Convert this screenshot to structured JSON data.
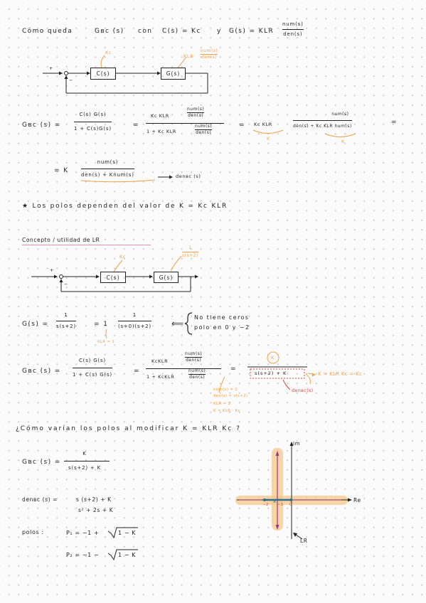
{
  "intro": {
    "como_queda": "Cómo queda",
    "gbc": "Gʙᴄ (s)",
    "con": "con",
    "cs_eq": "C(s) = Kc",
    "y": "y",
    "gs_eq": "G(s) = KLR",
    "num": "num(s)",
    "den": "den(s)"
  },
  "diagram1": {
    "plus": "+",
    "minus": "−",
    "c_block": "C(s)",
    "g_block": "G(s)",
    "kc_note": "Kc",
    "klr_note": "KLR·",
    "klr_num": "num(s)",
    "klr_den": "den(s)"
  },
  "eq1": {
    "lhs": "Gʙᴄ (s) =",
    "f1_num": "C(s) G(s)",
    "f1_den": "1 + C(s)G(s)",
    "eq_a": "=",
    "f2_num_k": "Kc KLR",
    "f2_num_num": "num(s)",
    "f2_num_den": "den(s)",
    "f2_den_pre": "1 + Kc KLR",
    "f2_den_num": "num(s)",
    "f2_den_den": "den(s)",
    "eq_b": "=",
    "kcklr": "Kc KLR",
    "k_under_1": "K",
    "f3_num": "num(s)",
    "f3_den": "den(s) + Kc KLR num(s)",
    "k_under_2": "K",
    "eq_c": "="
  },
  "eq2": {
    "lhs": "= K",
    "num": "num(s)",
    "den": "den(s) + Knum(s)",
    "arrow_label": "denʙᴄ (s)"
  },
  "note1": "★ Los polos dependen del valor de K = Kc KLR",
  "section_title": "Concepto / utilidad de LR",
  "diagram2": {
    "plus": "+",
    "minus": "−",
    "c_block": "C(s)",
    "g_block": "G(s)",
    "kc_note": "Kc",
    "g_note_num": "1",
    "g_note_den": "s(s+2)"
  },
  "eq3": {
    "lhs": "G(s) =",
    "f1_num": "1",
    "f1_den": "s(s+2)",
    "mid": "= 1",
    "f2_num": "1",
    "f2_den": "(s+0)(s+2)",
    "arrow": "⟸",
    "brace_line1": "No tiene ceros",
    "brace_line2": "polo en 0 y −2",
    "klr_note": "KLR = 1"
  },
  "eq4": {
    "lhs": "Gʙᴄ (s) =",
    "f1_num": "C(s) G(s)",
    "f1_den": "1 + C(s) G(s)",
    "eq_a": "=",
    "f2_num_k": "KcKLR",
    "f2_num_num": "num(s)",
    "f2_num_den": "den(s)",
    "f2_den_pre": "1 + KcKLR",
    "f2_den_num": "num(s)",
    "f2_den_den": "den(s)",
    "eq_b": "=",
    "result_num": "K",
    "result_den": "s(s+2) + K",
    "k_note": "K = KLR Kc = Kc",
    "den_label": "denʙᴄ(s)",
    "side_notes": [
      "num(s) = 1",
      "den(s) = s(s+2)",
      "KLR = 1",
      "K = KLR · Kc"
    ]
  },
  "question": "¿Cómo varían los polos al modificar K = KLR Kc ?",
  "eq5": {
    "lhs": "Gʙᴄ (s) =",
    "num": "K",
    "den": "s(s+2) + K"
  },
  "eq6": {
    "lhs": "denʙᴄ (s) =",
    "rhs1": "s (s+2) + K",
    "rhs2": "s² + 2s + K"
  },
  "eq7": {
    "label": "polos :",
    "p1": "P₁ = −1 +",
    "p1_root": "1 − K",
    "p2": "P₂ = −1 −",
    "p2_root": "1 − K"
  },
  "plot": {
    "im_label": "Im",
    "re_label": "Re",
    "tick_neg2": "−2",
    "tick_neg1": "−1",
    "tick_0": "0",
    "lr_label": "LR",
    "colors": {
      "highlight": "#f7c88e",
      "locus": "#9a3b7a",
      "axis": "#222222",
      "points": "#2e6f8e"
    }
  },
  "colors": {
    "ink": "#222222",
    "orange": "#f0a24a",
    "red": "#d8473e",
    "pink": "#e98fb5"
  }
}
